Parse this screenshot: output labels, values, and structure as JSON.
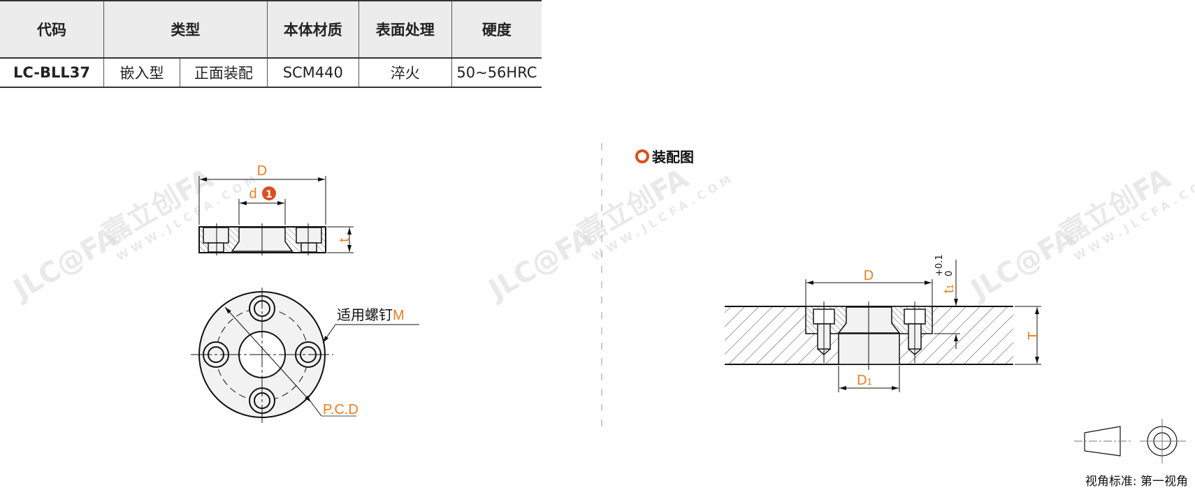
{
  "table": {
    "headers": [
      "代码",
      "类型",
      "本体材质",
      "表面处理",
      "硬度"
    ],
    "row": {
      "code": "LC-BLL37",
      "type_a": "嵌入型",
      "type_b": "正面装配",
      "material": "SCM440",
      "surface": "淬火",
      "hardness": "50~56HRC"
    }
  },
  "drawing": {
    "dim_D": "D",
    "dim_d": "d",
    "note_badge": "1",
    "dim_t": "t",
    "screw_label": "适用螺钉",
    "screw_M": "M",
    "pcd_label": "P.C.D"
  },
  "assembly": {
    "title": "装配图",
    "dim_D": "D",
    "dim_D1": "D",
    "dim_D1_sub": "1",
    "dim_t1": "t",
    "dim_t1_sub": "1",
    "tol_upper": "+0.1",
    "tol_lower": "0",
    "dim_T": "T"
  },
  "projection": {
    "label": "视角标准: 第一视角"
  },
  "watermark": {
    "logo": "JLC@FA",
    "brand": "嘉立创FA",
    "url": "WWW.JLCFA.COM"
  },
  "colors": {
    "accent": "#ee7d1f",
    "badge": "#d9501e",
    "code": "#3a6f9a"
  }
}
